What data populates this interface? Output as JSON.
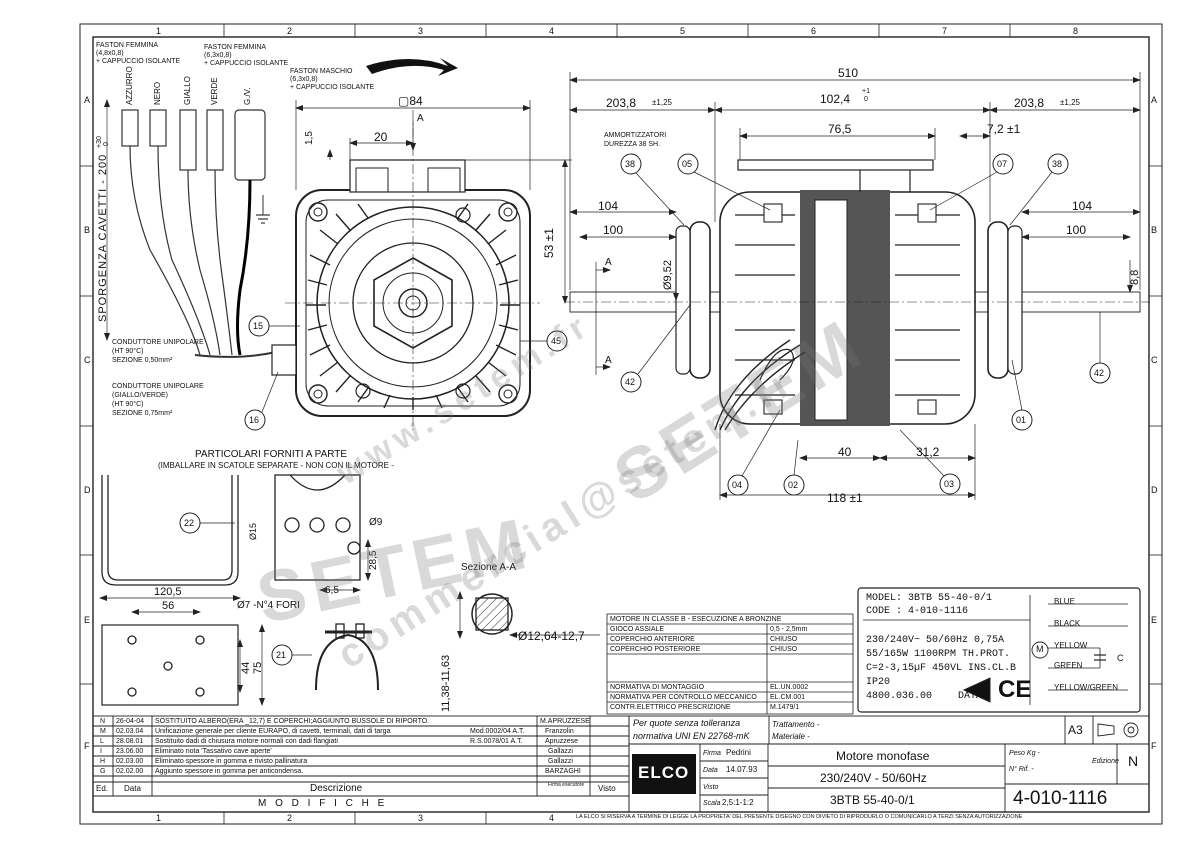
{
  "frame": {
    "columns": [
      "1",
      "2",
      "3",
      "4",
      "5",
      "6",
      "7",
      "8"
    ],
    "rows": [
      "A",
      "B",
      "C",
      "D",
      "E",
      "F"
    ]
  },
  "callouts": [
    "15",
    "16",
    "45",
    "42",
    "38",
    "05",
    "07",
    "38",
    "01",
    "42",
    "04",
    "02",
    "03",
    "22",
    "21"
  ],
  "front_view": {
    "diameter": "▢84",
    "dim_20": "20",
    "dim_15": "1,5",
    "dim_53": "53 ±1",
    "section_mark": "A"
  },
  "cables": {
    "faston1": "FASTON FEMMINA\n(4,8x0,8)\n+ CAPPUCCIO ISOLANTE",
    "faston2": "FASTON FEMMINA\n(6,3x0,8)\n+ CAPPUCCIO ISOLANTE",
    "faston3": "FASTON MASCHIO\n(6,3x0,8)\n+ CAPPUCCIO ISOLANTE",
    "wires": [
      "AZZURRO",
      "NERO",
      "GIALLO",
      "VERDE",
      "G./V."
    ],
    "sporgenza": "SPORGENZA CAVETTI - 200",
    "sporgenza_tol": "+30\n 0",
    "cond1": "CONDUTTORE UNIPOLARE\n(HT 90°C)\nSEZIONE 0,50mm²",
    "cond2": "CONDUTTORE UNIPOLARE\n(GIALLO/VERDE)\n(HT 90°C)\nSEZIONE 0,75mm²"
  },
  "side_view": {
    "total": "510",
    "left_203": "203,8",
    "right_203": "203,8",
    "tol125": "±1,25",
    "center": "102,4",
    "center_tol": "+1\n 0",
    "dim_76": "76,5",
    "dim_72": "7,2 ±1",
    "ammort": "AMMORTIZZATORI\nDUREZZA 38 SH.",
    "dim_104l": "104",
    "dim_100l": "100",
    "dim_104r": "104",
    "dim_100r": "100",
    "shaft": "Ø9,52",
    "shaft_r": "8,8",
    "dim_40": "40",
    "dim_31": "31,2",
    "dim_118": "118 ±1",
    "section_a": "A"
  },
  "parts": {
    "title": "PARTICOLARI FORNITI A PARTE",
    "subtitle": "(IMBALLARE IN SCATOLE SEPARATE - NON CON IL MOTORE -",
    "d1205": "120,5",
    "d56": "56",
    "d44": "44",
    "d75": "75",
    "fori": "Ø7 -N°4 FORI",
    "d615": "Ø15",
    "d9": "Ø9",
    "d285": "28,5",
    "d65": "6,5",
    "sezione": "Sezione A-A",
    "sez_dia": "Ø12,64-12,7",
    "sez_len": "11,38-11,63"
  },
  "specs_table": [
    [
      "MOTORE IN CLASSE B - ESECUZIONE A BRONZINE",
      ""
    ],
    [
      "GIOCO ASSIALE",
      "0,5 - 2,5mm"
    ],
    [
      "COPERCHIO ANTERIORE",
      "CHIUSO"
    ],
    [
      "COPERCHIO POSTERIORE",
      "CHIUSO"
    ],
    [
      "",
      ""
    ],
    [
      "",
      ""
    ],
    [
      "NORMATIVA DI MONTAGGIO",
      "EL.UN.0002"
    ],
    [
      "NORMATIVA PER CONTROLLO MECCANICO",
      "EL.CM.001"
    ],
    [
      "CONTR.ELETTRICO PRESCRIZIONE",
      "M.1479/1"
    ]
  ],
  "nameplate": {
    "model": "MODEL: 3BTB 55-40-0/1",
    "code": "CODE : 4-010-1116",
    "l1": "230/240V~ 50/60Hz  0,75A",
    "l2": "55/165W  1100RPM  TH.PROT.",
    "l3": "C=2-3,15µF 450VL  INS.CL.B",
    "l4": "IP20",
    "l5": "4800.036.00",
    "data": "DATA",
    "ce": "CE",
    "wiring": [
      "BLUE",
      "BLACK",
      "YELLOW",
      "GREEN",
      "YELLOW/GREEN"
    ],
    "cap": "C",
    "motor": "M"
  },
  "revisions": [
    [
      "N",
      "26-04-04",
      "SOSTITUITO ALBERO(ERA _12,7) E COPERCHI;AGGIUNTO BUSSOLE DI RIPORTO.",
      "",
      "M.APRUZZESE"
    ],
    [
      "M",
      "02.03.04",
      "Unificazione generale per cliente EURAPO, di cavetti, terminali, dati di targa",
      "Mod.0002/04 A.T.",
      "Franzolin"
    ],
    [
      "L",
      "28.08.01",
      "Sostituito dadi di chiusura motore normali con dadi flangiati",
      "R.S.0078/01 A.T.",
      "Apruzzese"
    ],
    [
      "I",
      "23.06.00",
      "Eliminato nota 'Tassativo cave aperte'",
      "",
      "Gallazzi"
    ],
    [
      "H",
      "02.03.00",
      "Eliminato spessore in gomma e rivisto pallinatura",
      "",
      "Gallazzi"
    ],
    [
      "G",
      "02.02.00",
      "Aggiunto spessore in gomma per anticondensa.",
      "",
      "BARZAGHI"
    ]
  ],
  "rev_header": {
    "ed": "Ed.",
    "data": "Data",
    "desc": "Descrizione",
    "firma": "Firma esecutore",
    "visto": "Visto"
  },
  "modifiche": "M O D I F I C H E",
  "title_block": {
    "note1": "Per quote senza tolleranza",
    "note2": "normativa UNI EN 22768-mK",
    "trattamento": "Trattamento -",
    "materiale": "Materiale -",
    "format": "A3",
    "logo": "ELCO",
    "firma_lbl": "Firma",
    "firma": "Pedrini",
    "data_lbl": "Data",
    "data": "14.07.93",
    "visto_lbl": "Visto",
    "scala_lbl": "Scala",
    "scala": "2,5:1-1:2",
    "title": "Motore monofase",
    "subtitle": "230/240V - 50/60Hz",
    "model": "3BTB 55-40-0/1",
    "peso": "Peso Kg -",
    "rif": "N° Rif. -",
    "edizione_lbl": "Edizione",
    "edizione": "N",
    "code": "4-010-1116",
    "footer": "LA ELCO SI RISERVA A TERMINE DI LEGGE LA PROPRIETA' DEL PRESENTE DISEGNO CON DIVIETO DI RIPRODURLO O COMUNICARLO A TERZI SENZA AUTORIZZAZIONE"
  },
  "watermarks": [
    "www.setem.fr",
    "SETEM",
    "SETEM",
    "commercial@setem.fr"
  ]
}
